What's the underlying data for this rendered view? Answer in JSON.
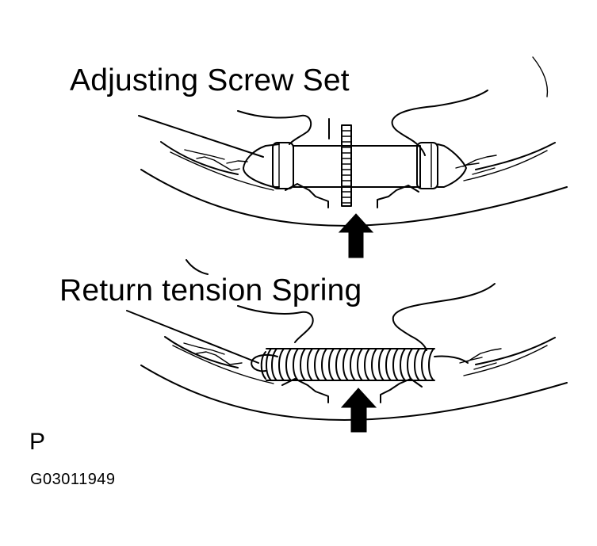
{
  "labels": {
    "adjusting_screw_set": "Adjusting Screw Set",
    "return_tension_spring": "Return tension Spring",
    "p_mark": "P",
    "figure_code": "G03011949"
  },
  "icons": [
    "up-arrow-icon",
    "up-arrow-icon"
  ]
}
